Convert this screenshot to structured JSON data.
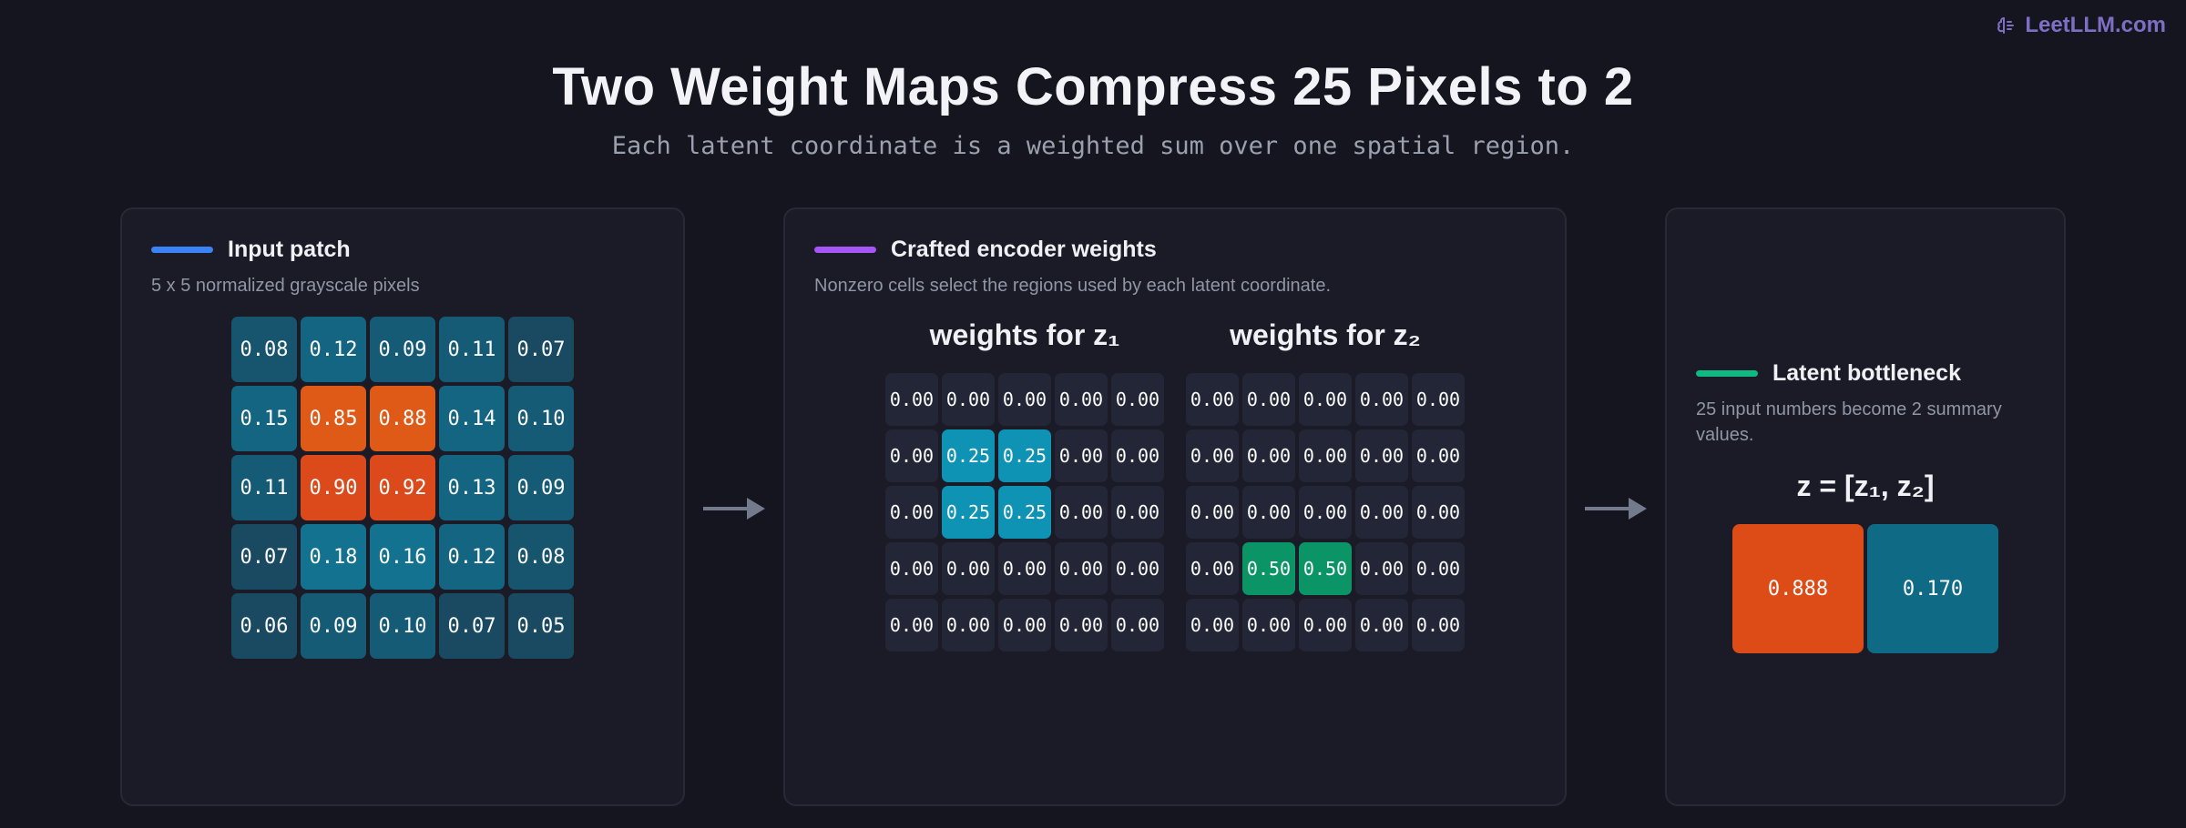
{
  "brand": {
    "text": "LeetLLM.com",
    "color": "#7e6fc4"
  },
  "title": "Two Weight Maps Compress 25 Pixels to 2",
  "subtitle": "Each latent coordinate is a weighted sum over one spatial region.",
  "panels": {
    "input": {
      "title": "Input patch",
      "desc": "5 x 5 normalized grayscale pixels",
      "accent": "#3b82f6",
      "values": [
        [
          "0.08",
          "0.12",
          "0.09",
          "0.11",
          "0.07"
        ],
        [
          "0.15",
          "0.85",
          "0.88",
          "0.14",
          "0.10"
        ],
        [
          "0.11",
          "0.90",
          "0.92",
          "0.13",
          "0.09"
        ],
        [
          "0.07",
          "0.18",
          "0.16",
          "0.12",
          "0.08"
        ],
        [
          "0.06",
          "0.09",
          "0.10",
          "0.07",
          "0.05"
        ]
      ]
    },
    "weights": {
      "title": "Crafted encoder weights",
      "desc": "Nonzero cells select the regions used by each latent coordinate.",
      "accent": "#a855f7",
      "map1_label": "weights for z₁",
      "map2_label": "weights for z₂",
      "map1": [
        [
          "0.00",
          "0.00",
          "0.00",
          "0.00",
          "0.00"
        ],
        [
          "0.00",
          "0.25",
          "0.25",
          "0.00",
          "0.00"
        ],
        [
          "0.00",
          "0.25",
          "0.25",
          "0.00",
          "0.00"
        ],
        [
          "0.00",
          "0.00",
          "0.00",
          "0.00",
          "0.00"
        ],
        [
          "0.00",
          "0.00",
          "0.00",
          "0.00",
          "0.00"
        ]
      ],
      "map2": [
        [
          "0.00",
          "0.00",
          "0.00",
          "0.00",
          "0.00"
        ],
        [
          "0.00",
          "0.00",
          "0.00",
          "0.00",
          "0.00"
        ],
        [
          "0.00",
          "0.00",
          "0.00",
          "0.00",
          "0.00"
        ],
        [
          "0.00",
          "0.50",
          "0.50",
          "0.00",
          "0.00"
        ],
        [
          "0.00",
          "0.00",
          "0.00",
          "0.00",
          "0.00"
        ]
      ],
      "map1_color": "#0e93b5",
      "map2_color": "#0b9466",
      "zero_color": "#222636"
    },
    "latent": {
      "title": "Latent bottleneck",
      "desc": "25 input numbers become 2 summary values.",
      "accent": "#10b981",
      "formula": "z = [z₁, z₂]",
      "z1": "0.888",
      "z2": "0.170",
      "z1_color": "#dd4b17",
      "z2_color": "#0f6a85"
    }
  }
}
